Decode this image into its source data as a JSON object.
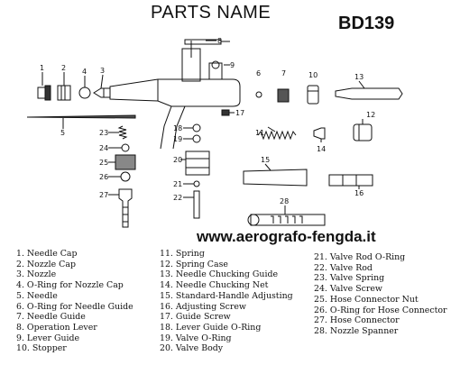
{
  "header": {
    "title": "PARTS NAME",
    "model": "BD139"
  },
  "website": "www.aerografo-fengda.it",
  "callouts": [
    "1",
    "2",
    "4",
    "3",
    "5",
    "8",
    "9",
    "6",
    "7",
    "10",
    "13",
    "12",
    "17",
    "18",
    "19",
    "20",
    "21",
    "22",
    "23",
    "24",
    "25",
    "26",
    "27",
    "11",
    "14",
    "15",
    "16",
    "28"
  ],
  "parts_list": {
    "col1": [
      "1. Needle Cap",
      "2. Nozzle Cap",
      "3. Nozzle",
      "4. O-Ring for Nozzle Cap",
      "5. Needle",
      "6. O-Ring for Needle Guide",
      "7. Needle Guide",
      "8. Operation Lever",
      "9. Lever Guide",
      "10. Stopper"
    ],
    "col2": [
      "11. Spring",
      "12. Spring Case",
      "13. Needle Chucking Guide",
      "14. Needle Chucking Net",
      "15. Standard-Handle Adjusting",
      "16. Adjusting Screw",
      "17. Guide Screw",
      "18. Lever Guide O-Ring",
      "19. Valve O-Ring",
      "20. Valve Body"
    ],
    "col3": [
      "21. Valve Rod O-Ring",
      "22. Valve Rod",
      "23. Valve Spring",
      "24. Valve Screw",
      "25. Hose Connector Nut",
      "26. O-Ring for Hose Connector",
      "27. Hose Connector",
      "28. Nozzle Spanner"
    ]
  }
}
